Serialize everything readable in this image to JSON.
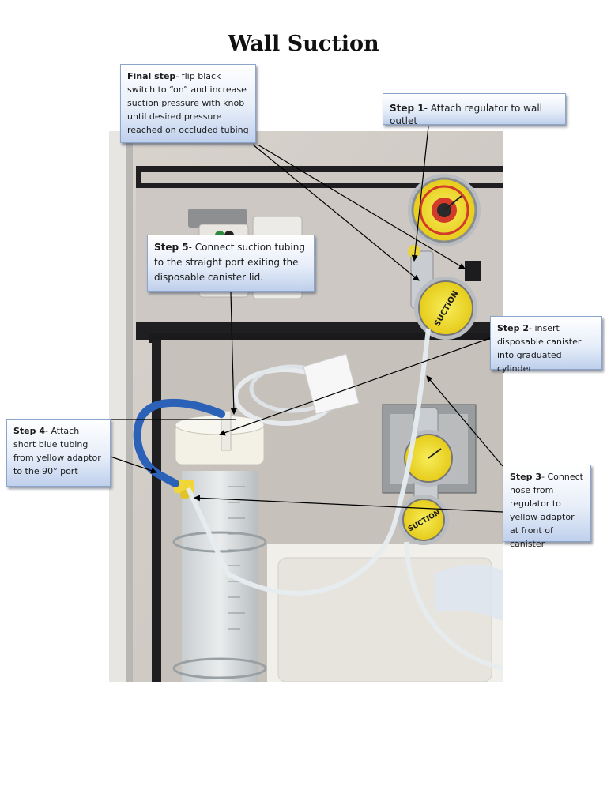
{
  "page": {
    "title": "Wall Suction"
  },
  "callouts": {
    "final_step": {
      "label": "Final step",
      "text": "- flip black switch to “on” and increase suction pressure with knob until desired pressure reached on occluded tubing"
    },
    "step1": {
      "label": "Step 1",
      "text": "- Attach regulator to wall outlet"
    },
    "step5": {
      "label": "Step 5",
      "text": "- Connect suction tubing to the straight port exiting the disposable canister lid."
    },
    "step2": {
      "label": "Step 2",
      "text": "- insert disposable canister into graduated cylinder"
    },
    "step4": {
      "label": "Step 4",
      "text": "- Attach short blue tubing from yellow adaptor to the 90° port"
    },
    "step3": {
      "label": "Step 3",
      "text": "- Connect hose from regulator to yellow adaptor at front of canister"
    }
  },
  "photo": {
    "gauge_label": "SUCTION",
    "colors": {
      "wall": "#d5cfca",
      "panel_trim": "#222222",
      "gauge_yellow": "#f2df2a",
      "gauge_red": "#d23a2a",
      "blue_tube": "#2b62b8",
      "metal": "#c9ccd0"
    }
  },
  "colors": {
    "callout_border": "#8aa4cc",
    "callout_fill_bottom": "#bfd0ec",
    "arrow": "#000000"
  }
}
